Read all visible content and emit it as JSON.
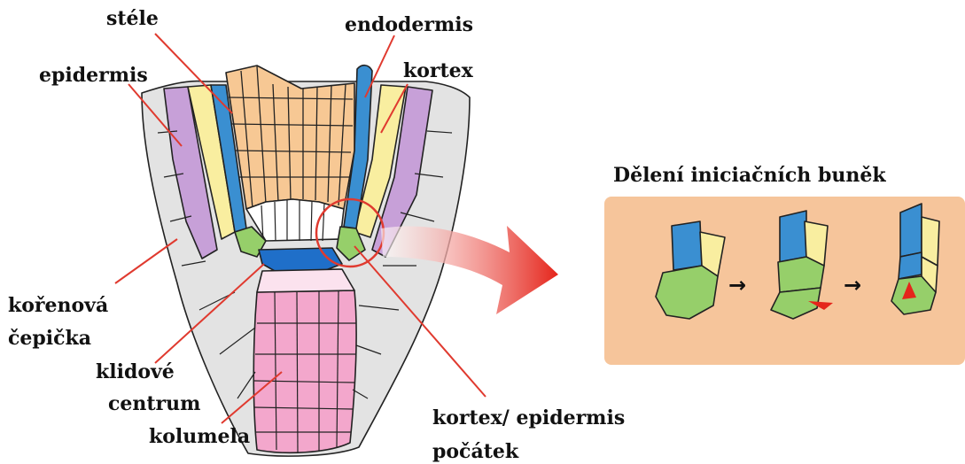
{
  "labels": {
    "stele": "stéle",
    "endodermis": "endodermis",
    "epidermis": "epidermis",
    "kortex": "kortex",
    "korenova": "kořenová",
    "cepicka": "čepička",
    "klidove": "klidové",
    "centrum": "centrum",
    "kolumela": "kolumela",
    "kortex_epidermis": "kortex/ epidermis",
    "pocatek": "počátek"
  },
  "panel": {
    "title": "Dělení iniciačních buněk"
  },
  "colors": {
    "stele": "#f7c894",
    "endodermis": "#3a8fd1",
    "kortex": "#f9eea0",
    "epidermis": "#c7a0d8",
    "root_cap": "#e3e3e3",
    "initials": "#96cf6a",
    "quiescent_center": "#1f6fc9",
    "columella": "#f3a7cc",
    "panel_bg": "#f6c59b",
    "leader_lines": "#e03a2f"
  }
}
